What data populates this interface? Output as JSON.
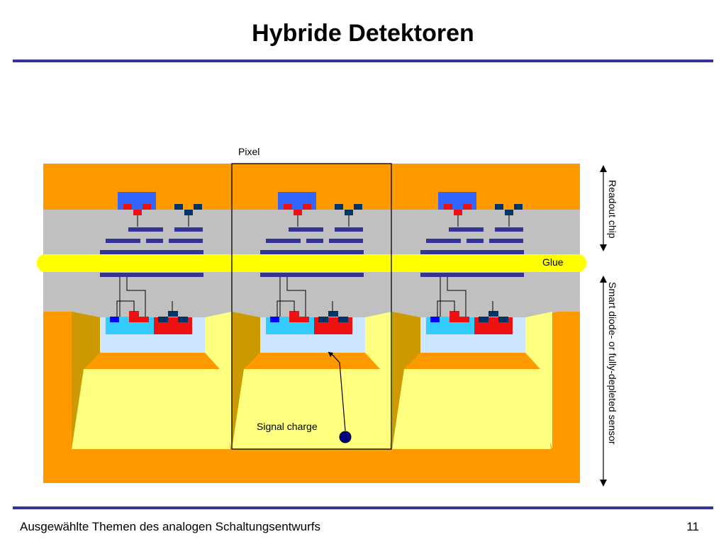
{
  "slide": {
    "title": "Hybride Detektoren",
    "footer_text": "Ausgewählte Themen des analogen Schaltungsentwurfs",
    "page_number": "11"
  },
  "diagram": {
    "pixel_label": "Pixel",
    "glue_label": "Glue",
    "readout_chip_label": "Readout chip",
    "sensor_label": "Smart diode- or fully-depleted sensor",
    "signal_label": "Signal charge",
    "pixel_count": 3,
    "colors": {
      "sensor_orange": "#ff9900",
      "chip_gray": "#c0c0c0",
      "glue_yellow": "#ffff00",
      "light_yellow": "#ffff80",
      "dark_gold": "#cc9900",
      "light_blue": "#cce6ff",
      "cyan": "#33ccff",
      "red": "#ee1111",
      "metal_blue": "#333399",
      "navy_bump": "#003366",
      "pad_blue": "#3366ff",
      "charge": "#000080"
    }
  }
}
